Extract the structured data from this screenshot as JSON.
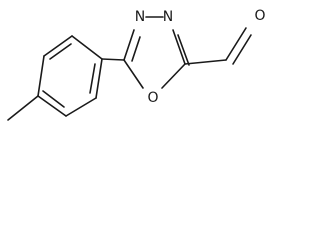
{
  "molecule": {
    "atoms": [
      {
        "id": "n1",
        "label": "N"
      },
      {
        "id": "n2",
        "label": "N"
      },
      {
        "id": "o_ring",
        "label": "O"
      },
      {
        "id": "o_ald",
        "label": "O"
      }
    ]
  }
}
